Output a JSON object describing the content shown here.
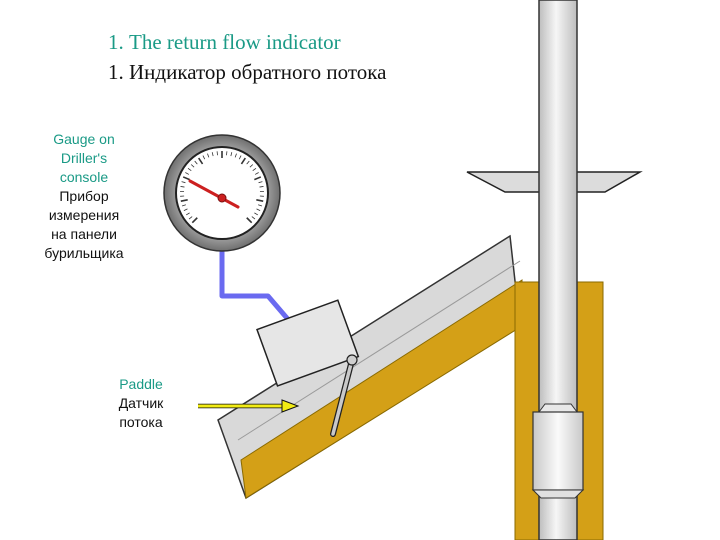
{
  "title": {
    "en_number": "1.",
    "en_text": "The return flow indicator",
    "ru": "1. Индикатор обратного потока"
  },
  "gauge_label": {
    "en": [
      "Gauge on",
      "Driller's",
      "console"
    ],
    "ru": [
      "Прибор",
      "измерения",
      "на панели",
      "бурильщика"
    ]
  },
  "paddle_label": {
    "en": "Paddle",
    "ru": [
      "Датчик",
      "потока"
    ]
  },
  "colors": {
    "mud": "#d4a017",
    "pipe_grey": "#d4d4d4",
    "cable": "#6a6af0",
    "arrow": "#f2ec14",
    "label_teal": "#1a9a86",
    "needle": "#cc2020"
  },
  "icons": [
    "gauge-icon",
    "sensor-box",
    "paddle-icon",
    "flow-arrow-icon"
  ]
}
